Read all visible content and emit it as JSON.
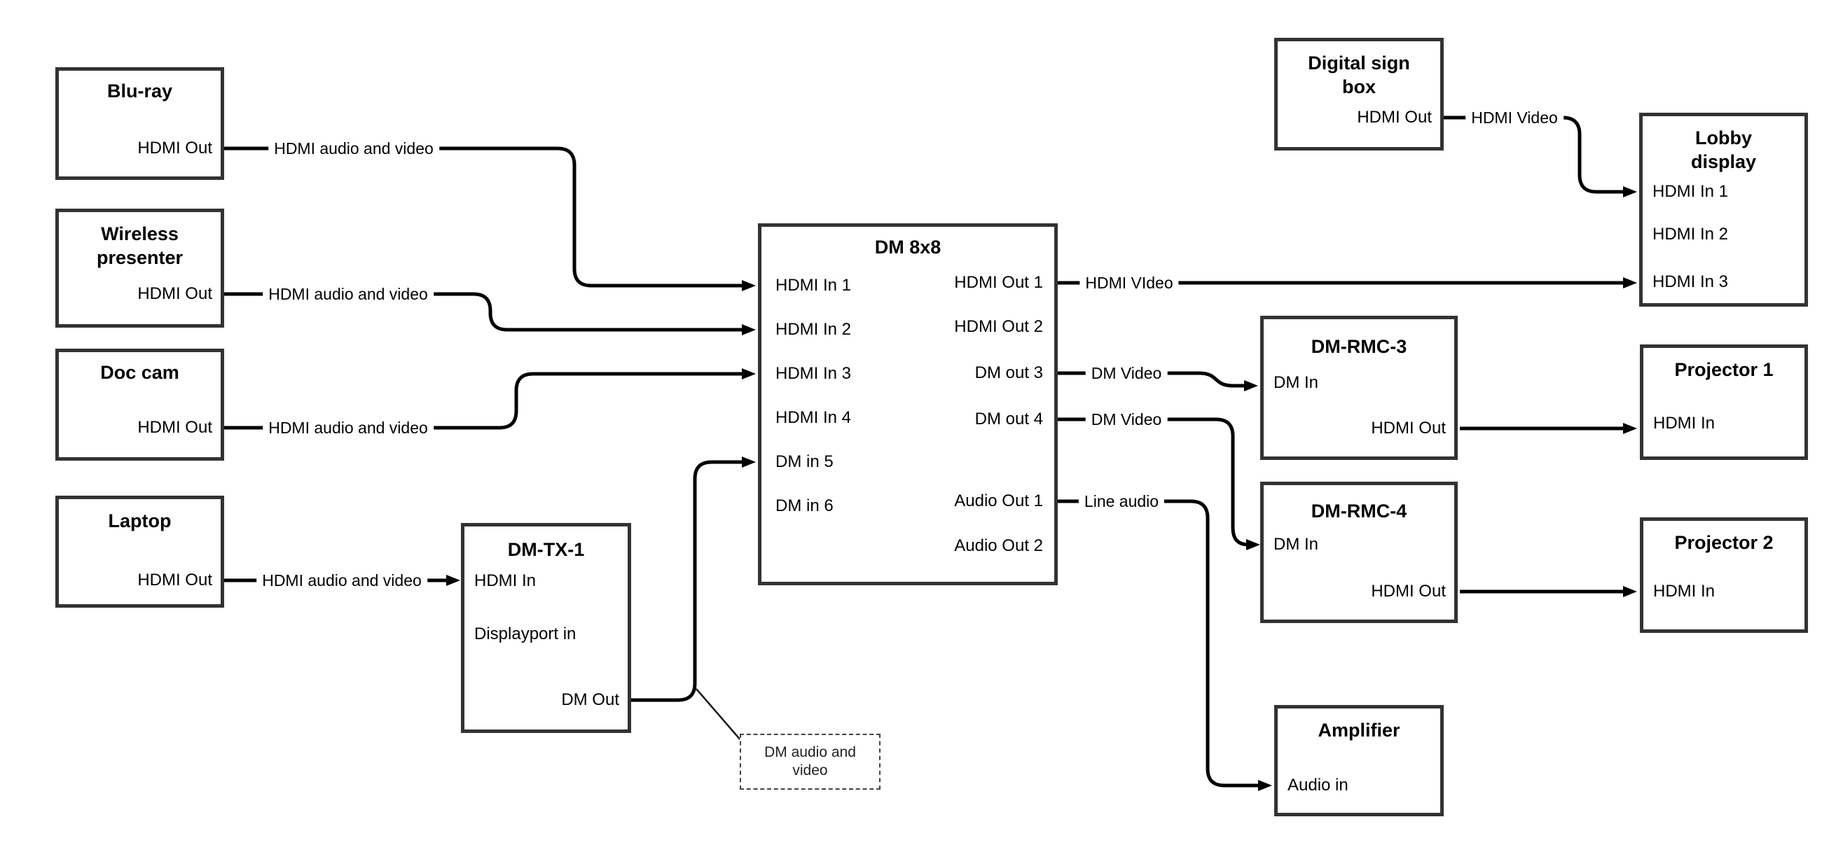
{
  "diagram": {
    "title_implicit": "DM 8x8 AV routing diagram",
    "colors": {
      "background": "#ffffff",
      "wire": "#000000",
      "box_border": "#333333",
      "text": "#000000"
    }
  },
  "nodes": {
    "bluray": {
      "title": "Blu-ray",
      "ports": {
        "hdmi_out": "HDMI Out"
      }
    },
    "wireless": {
      "title": "Wireless\npresenter",
      "ports": {
        "hdmi_out": "HDMI Out"
      }
    },
    "doccam": {
      "title": "Doc cam",
      "ports": {
        "hdmi_out": "HDMI Out"
      }
    },
    "laptop": {
      "title": "Laptop",
      "ports": {
        "hdmi_out": "HDMI Out"
      }
    },
    "dmtx1": {
      "title": "DM-TX-1",
      "ports": {
        "hdmi_in": "HDMI In",
        "dp_in": "Displayport in",
        "dm_out": "DM Out"
      }
    },
    "dm8x8": {
      "title": "DM 8x8",
      "ports": {
        "in1": "HDMI In 1",
        "in2": "HDMI In 2",
        "in3": "HDMI In 3",
        "in4": "HDMI In 4",
        "in5": "DM in 5",
        "in6": "DM in 6",
        "out1": "HDMI Out 1",
        "out2": "HDMI Out 2",
        "out3": "DM out 3",
        "out4": "DM out 4",
        "aout1": "Audio Out 1",
        "aout2": "Audio Out 2"
      }
    },
    "digisign": {
      "title": "Digital sign\nbox",
      "ports": {
        "hdmi_out": "HDMI Out"
      }
    },
    "lobby": {
      "title": "Lobby\ndisplay",
      "ports": {
        "in1": "HDMI In 1",
        "in2": "HDMI In 2",
        "in3": "HDMI In 3"
      }
    },
    "dmrmc3": {
      "title": "DM-RMC-3",
      "ports": {
        "dm_in": "DM In",
        "hdmi_out": "HDMI Out"
      }
    },
    "proj1": {
      "title": "Projector 1",
      "ports": {
        "hdmi_in": "HDMI In"
      }
    },
    "dmrmc4": {
      "title": "DM-RMC-4",
      "ports": {
        "dm_in": "DM In",
        "hdmi_out": "HDMI Out"
      }
    },
    "proj2": {
      "title": "Projector 2",
      "ports": {
        "hdmi_in": "HDMI In"
      }
    },
    "amplifier": {
      "title": "Amplifier",
      "ports": {
        "audio_in": "Audio in"
      }
    }
  },
  "wire_labels": {
    "bluray_dm": "HDMI audio and video",
    "wireless_dm": "HDMI audio and video",
    "doccam_dm": "HDMI audio and video",
    "laptop_tx": "HDMI audio and video",
    "out1_lobby": "HDMI VIdeo",
    "out3_rmc3": "DM Video",
    "out4_rmc4": "DM Video",
    "audio1_amp": "Line audio",
    "digisign_lobby": "HDMI Video"
  },
  "callout": {
    "text": "DM audio and\nvideo"
  }
}
